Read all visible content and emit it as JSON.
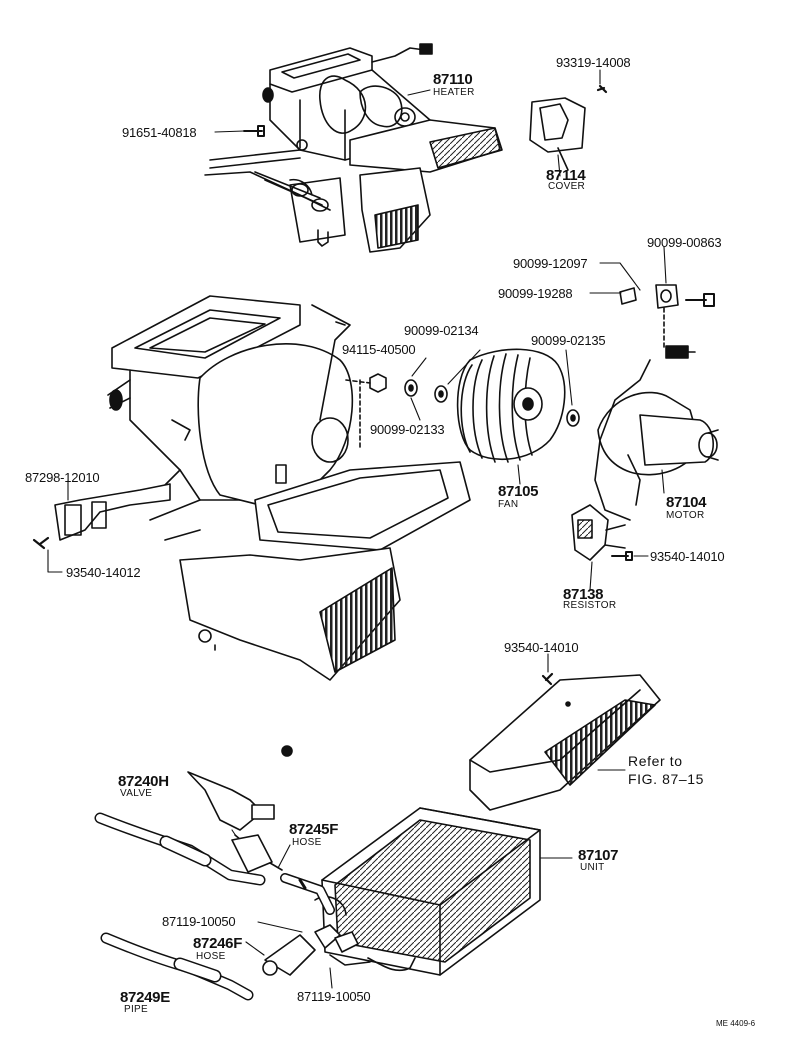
{
  "diagram": {
    "callouts": {
      "p93319_14008": "93319-14008",
      "p87110": "87110",
      "heater": "HEATER",
      "p91651_40818": "91651-40818",
      "p87114": "87114",
      "cover": "COVER",
      "p90099_00863": "90099-00863",
      "p90099_12097": "90099-12097",
      "p90099_19288": "90099-19288",
      "p90099_02134": "90099-02134",
      "p94115_40500": "94115-40500",
      "p90099_02135": "90099-02135",
      "p90099_02133": "90099-02133",
      "p87298_12010": "87298-12010",
      "p87105": "87105",
      "fan": "FAN",
      "p87104": "87104",
      "motor": "MOTOR",
      "p93540_14012": "93540-14012",
      "p93540_14010_a": "93540-14010",
      "p87138": "87138",
      "resistor": "RESISTOR",
      "p93540_14010_b": "93540-14010",
      "refer_line1": "Refer to",
      "refer_line2": "FIG. 87–15",
      "p87240H": "87240H",
      "valve": "VALVE",
      "p87245F": "87245F",
      "hose_a": "HOSE",
      "p87107": "87107",
      "unit": "UNIT",
      "p87119_10050_a": "87119-10050",
      "p87246F": "87246F",
      "hose_b": "HOSE",
      "p87249E": "87249E",
      "pipe": "PIPE",
      "p87119_10050_b": "87119-10050",
      "drawing_code": "ME 4409-6"
    }
  }
}
